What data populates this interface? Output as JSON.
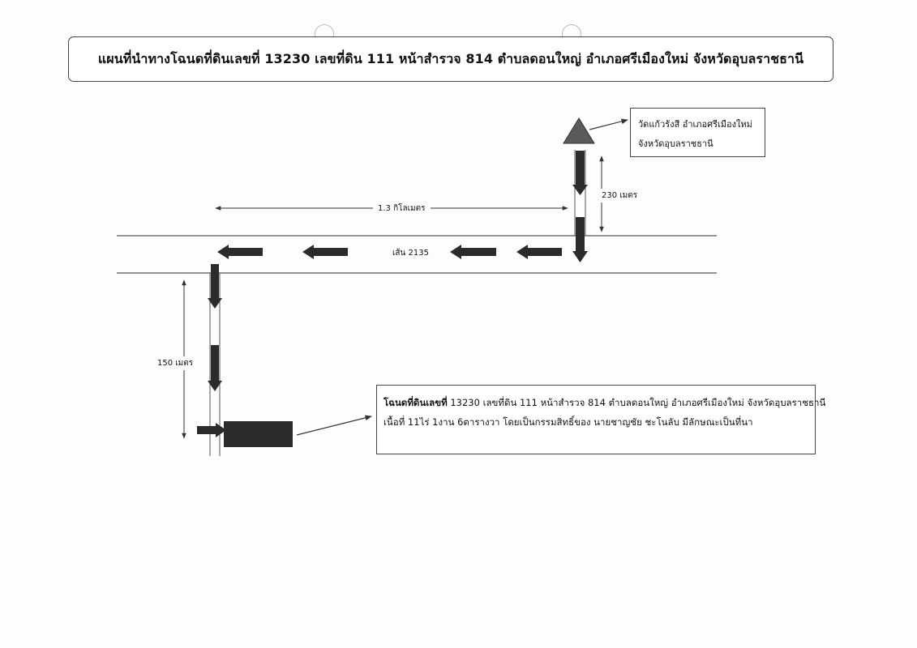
{
  "title": "แผนที่นำทางโฉนดที่ดินเลขที่ 13230 เลขที่ดิน 111 หน้าสำรวจ 814 ตำบลดอนใหญ่ อำเภอศรีเมืองใหม่ จังหวัดอุบลราชธานี",
  "temple": {
    "line1": "วัดแก้วรังสี อำเภอศรีเมืองใหม่",
    "line2": "จังหวัดอุบลราชธานี",
    "icon": "triangle-landmark-icon"
  },
  "road": {
    "name": "เส้น 2135"
  },
  "distances": {
    "along_road": "1.3 กิโลเมตร",
    "temple_to_road": "230 เมตร",
    "road_to_parcel": "150 เมตร"
  },
  "parcel": {
    "line1_bold": "โฉนดที่ดินเลขที่",
    "line1_rest": " 13230 เลขที่ดิน 111 หน้าสำรวจ 814 ตำบลดอนใหญ่ อำเภอศรีเมืองใหม่ จังหวัดอุบลราชธานี",
    "line2": "เนื้อที่ 11ไร่ 1งาน 6ตารางวา  โดยเป็นกรรมสิทธิ์ของ นายชาญชัย ชะโนลับ มีลักษณะเป็นที่นา"
  },
  "colors": {
    "ink": "#2b2b2b",
    "temple": "#5a5a5a",
    "line": "#555555"
  }
}
